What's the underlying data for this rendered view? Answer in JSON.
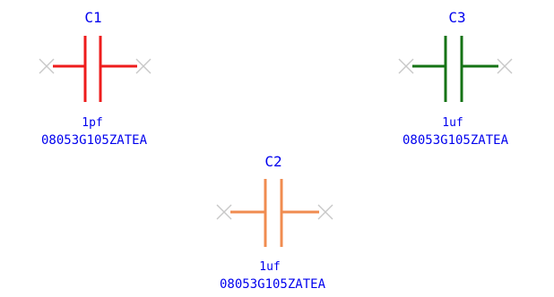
{
  "schematic": {
    "components": [
      {
        "id": "C1",
        "ref": "C1",
        "value": "1pf",
        "part_number": "08053G105ZATEA",
        "color": "#ee1c1c",
        "pin_marker_color": "#c8c8c8"
      },
      {
        "id": "C2",
        "ref": "C2",
        "value": "1uf",
        "part_number": "08053G105ZATEA",
        "color": "#f08c50",
        "pin_marker_color": "#c8c8c8"
      },
      {
        "id": "C3",
        "ref": "C3",
        "value": "1uf",
        "part_number": "08053G105ZATEA",
        "color": "#157315",
        "pin_marker_color": "#c8c8c8"
      }
    ],
    "label_color": "#0000ee"
  }
}
